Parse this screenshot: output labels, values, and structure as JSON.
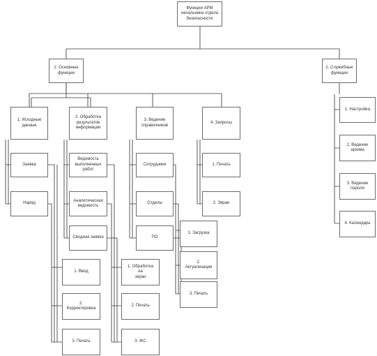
{
  "diagram": {
    "root": {
      "label": "Функции АРМ\nначальника отдела\nбезопасности"
    },
    "main_functions": {
      "label": "1. Основные\nфункции"
    },
    "service_functions": {
      "label": "2. Служебные\nфункции"
    },
    "source_data": {
      "label": "1. Исходные\nданные"
    },
    "processing": {
      "label": "2. Обработка\nрезультатов\nинформации"
    },
    "references": {
      "label": "3. Ведение\nсправочников"
    },
    "queries": {
      "label": "4. Запросы"
    },
    "request": {
      "label": "Заявка"
    },
    "order": {
      "label": "Наряд"
    },
    "work_list": {
      "label": "Ведомость\nвыполненных\nработ"
    },
    "analytic_list": {
      "label": "Аналитическая\nведомость"
    },
    "summary_request": {
      "label": "Сводная заявка"
    },
    "employees": {
      "label": "Сотрудники"
    },
    "departments": {
      "label": "Отделы"
    },
    "software": {
      "label": "ПО"
    },
    "print_q": {
      "label": "1. Печать"
    },
    "screen_q": {
      "label": "2. Экран"
    },
    "input": {
      "label": "1. Ввод"
    },
    "correction": {
      "label": "2. Корректировка"
    },
    "print_src": {
      "label": "3. Печать"
    },
    "proc_screen": {
      "label": "1. Обработка на\nэкран"
    },
    "proc_print": {
      "label": "2. Печать"
    },
    "proc_zhs": {
      "label": "3. ЖС"
    },
    "load": {
      "label": "1. Загрузка"
    },
    "update": {
      "label": "2. Актуализация"
    },
    "print_ref": {
      "label": "3. Печать"
    },
    "settings": {
      "label": "1. Настройка"
    },
    "archive": {
      "label": "2. Ведение архива"
    },
    "passwords": {
      "label": "3. Ведение пароля"
    },
    "calendar": {
      "label": "4. Календарь"
    }
  }
}
